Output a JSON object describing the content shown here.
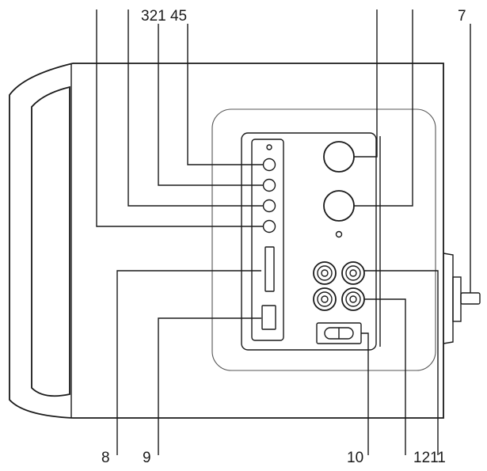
{
  "labels": {
    "top_group": "321 45",
    "top_right": "7",
    "bottom_8": "8",
    "bottom_9": "9",
    "bottom_10": "10",
    "bottom_1211": "1211"
  },
  "colors": {
    "line": "#1a1a1a",
    "panel_stroke": "#777777",
    "background": "#ffffff"
  }
}
